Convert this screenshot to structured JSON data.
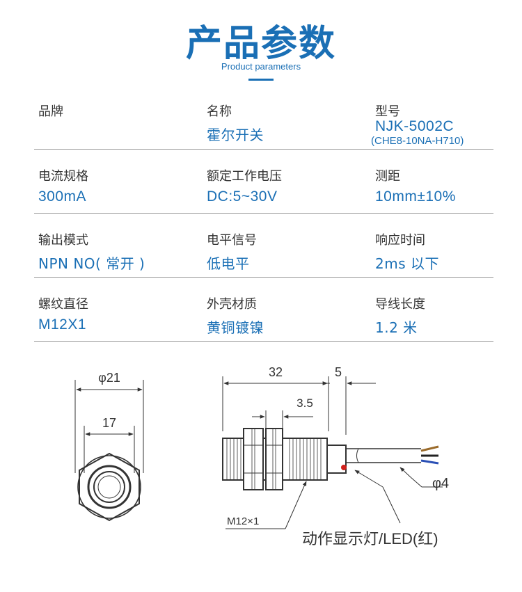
{
  "header": {
    "title": "产品参数",
    "subtitle": "Product parameters"
  },
  "params": [
    [
      {
        "label": "品牌",
        "value": ""
      },
      {
        "label": "名称",
        "value": "霍尔开关"
      },
      {
        "label": "型号",
        "value": "NJK-5002C",
        "sub": "(CHE8-10NA-H710)"
      }
    ],
    [
      {
        "label": "电流规格",
        "value": "300mA"
      },
      {
        "label": "额定工作电压",
        "value": "DC:5~30V"
      },
      {
        "label": "测距",
        "value": "10mm±10%"
      }
    ],
    [
      {
        "label": "输出模式",
        "value": "NPN NO( 常开 )"
      },
      {
        "label": "电平信号",
        "value": "低电平"
      },
      {
        "label": "响应时间",
        "value": "2ms 以下"
      }
    ],
    [
      {
        "label": "螺纹直径",
        "value": "M12X1"
      },
      {
        "label": "外壳材质",
        "value": "黄铜镀镍"
      },
      {
        "label": "导线长度",
        "value": "1.2 米"
      }
    ]
  ],
  "diagram": {
    "front_outer_dim": "φ21",
    "front_inner_dim": "17",
    "side_length_dim": "32",
    "side_tail_dim": "5",
    "nut_dim": "3.5",
    "cable_dim": "φ4",
    "thread_label": "M12×1",
    "led_label": "动作显示灯/LED(红)"
  },
  "colors": {
    "accent": "#1a6fb5",
    "led": "#d0201c",
    "wire_brown": "#9a6a2a",
    "wire_blue": "#2a4fb5",
    "wire_black": "#222222"
  }
}
